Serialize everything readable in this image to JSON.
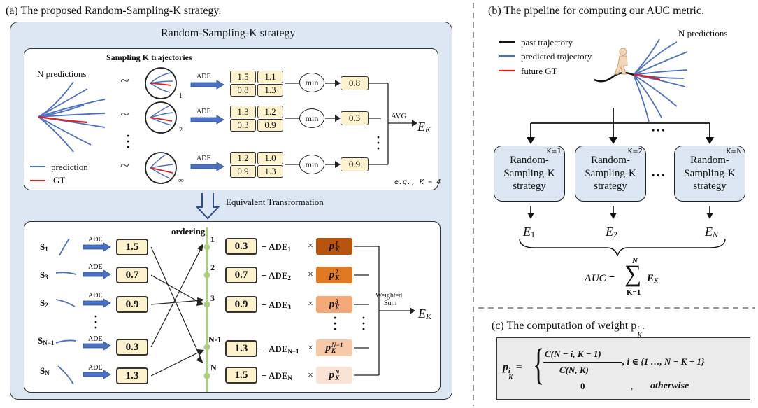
{
  "panel_a": {
    "caption": "(a) The proposed Random-Sampling-K strategy.",
    "outer_title": "Random-Sampling-K strategy",
    "sampling_title": "Sampling K trajectories",
    "n_predictions": "N predictions",
    "legend_prediction": "prediction",
    "legend_gt": "GT",
    "circle_ids": [
      "1",
      "2",
      "∞"
    ],
    "ade_label": "ADE",
    "ade_grid": [
      [
        "1.5",
        "1.1",
        "0.8",
        "1.3"
      ],
      [
        "1.3",
        "1.2",
        "0.3",
        "0.9"
      ],
      [
        "1.2",
        "1.0",
        "0.9",
        "1.3"
      ]
    ],
    "min_label": "min",
    "min_values": [
      "0.8",
      "0.3",
      "0.9"
    ],
    "avg_label": "AVG",
    "ek": "E",
    "ek_sub": "K",
    "example": "e.g., K = 4",
    "equiv": "Equivalent Transformation",
    "ordering": "ordering",
    "s_labels": [
      [
        "S",
        "1"
      ],
      [
        "S",
        "3"
      ],
      [
        "S",
        "2"
      ],
      [
        "S",
        "N−1"
      ],
      [
        "S",
        "N"
      ]
    ],
    "s_values": [
      "1.5",
      "0.7",
      "0.9",
      "0.3",
      "1.3"
    ],
    "order_labels": [
      "1",
      "2",
      "3",
      "N-1",
      "N"
    ],
    "sorted_values": [
      "0.3",
      "0.7",
      "0.9",
      "1.3",
      "1.5"
    ],
    "ade_minus": [
      [
        "− ADE",
        "1"
      ],
      [
        "− ADE",
        "2"
      ],
      [
        "− ADE",
        "3"
      ],
      [
        "− ADE",
        "N−1"
      ],
      [
        "− ADE",
        "N"
      ]
    ],
    "times": "×",
    "p_sups": [
      "1",
      "2",
      "3",
      "N−1",
      "N"
    ],
    "p_base": "p",
    "p_sub": "K",
    "weighted_sum": [
      "Weighted",
      "Sum"
    ],
    "colors": {
      "panel_fill": "#dce7f3",
      "blue": "#4a72c4",
      "red": "#e02020",
      "yellow": "#fdf2cc",
      "green": "#a9cf7f",
      "p_colors": [
        "#b5530f",
        "#e07a22",
        "#f2a877",
        "#f6c9a9",
        "#fae3d4"
      ]
    }
  },
  "panel_b": {
    "caption": "(b) The pipeline for computing our AUC metric.",
    "legend": [
      "past trajectory",
      "predicted trajectory",
      "future GT"
    ],
    "n_predictions": "N predictions",
    "dots": "• • •",
    "boxes": [
      {
        "k": "K=1",
        "label": "Random-Sampling-K strategy"
      },
      {
        "k": "K=2",
        "label": "Random-Sampling-K strategy"
      },
      {
        "k": "K=N",
        "label": "Random-Sampling-K strategy"
      }
    ],
    "e_labels": [
      [
        "E",
        "1"
      ],
      [
        "E",
        "2"
      ],
      [
        "E",
        "N"
      ]
    ],
    "auc": "AUC =",
    "sum_top": "N",
    "sum_bottom": "K=1",
    "sum_term": "E",
    "sum_term_sub": "K"
  },
  "panel_c": {
    "caption": "(c) The computation of weight p",
    "caption_sup": "i",
    "caption_sub": "K",
    "lhs": "p",
    "lhs_sup": "i",
    "lhs_sub": "K",
    "numerator": "C(N − i, K − 1)",
    "denominator": "C(N, K)",
    "condition": ", i ∈ {1 …, N − K + 1}",
    "zero": "0",
    "comma": ",",
    "otherwise": "otherwise"
  }
}
